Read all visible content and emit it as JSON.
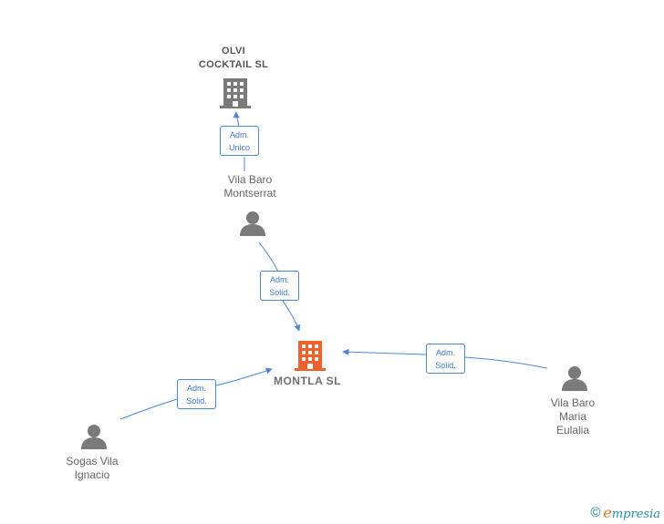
{
  "nodes": {
    "olvi": {
      "line1": "OLVI",
      "line2": "COCKTAIL  SL"
    },
    "vila_baro_montserrat": {
      "line1": "Vila Baro",
      "line2": "Montserrat"
    },
    "montla": {
      "line1": "MONTLA  SL"
    },
    "vila_baro_maria": {
      "line1": "Vila Baro",
      "line2": "Maria",
      "line3": "Eulalia"
    },
    "sogas": {
      "line1": "Sogas Vila",
      "line2": "Ignacio"
    }
  },
  "edges": {
    "montserrat_to_olvi": {
      "line1": "Adm.",
      "line2": "Unico"
    },
    "montserrat_to_montla": {
      "line1": "Adm.",
      "line2": "Solid."
    },
    "maria_to_montla": {
      "line1": "Adm.",
      "line2": "Solid."
    },
    "sogas_to_montla": {
      "line1": "Adm.",
      "line2": "Solid."
    }
  },
  "footer": {
    "copyright": "©",
    "brand_initial": "e",
    "brand_rest": "mpresia"
  },
  "colors": {
    "edge": "#4a86d8",
    "person_icon": "#7a7a7a",
    "company_icon": "#7a7a7a",
    "main_company_icon": "#f0602a"
  }
}
